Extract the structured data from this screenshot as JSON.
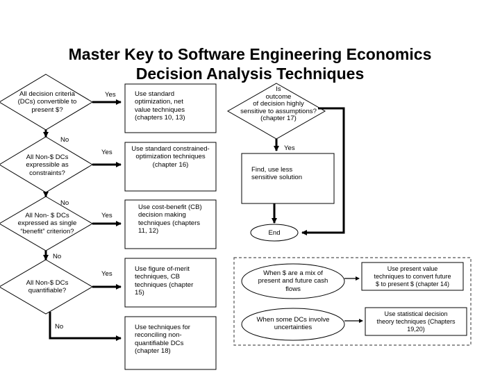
{
  "title": {
    "line1": "Master Key to Software Engineering Economics",
    "line2": "Decision Analysis Techniques"
  },
  "colors": {
    "stroke": "#000000",
    "fill": "#ffffff",
    "dashed_border": "#555555"
  },
  "decisions": [
    {
      "lines": [
        "All decision criteria",
        "(DCs) convertible to",
        "present $?"
      ]
    },
    {
      "lines": [
        "All Non-$ DCs",
        "expressible as",
        "constraints?"
      ]
    },
    {
      "lines": [
        "All Non- $ DCs",
        "expressed as single",
        "“benefit” criterion?"
      ]
    },
    {
      "lines": [
        "All Non-$ DCs",
        "quantifiable?"
      ]
    },
    {
      "lines": [
        "Is",
        "outcome",
        "of decision highly",
        "sensitive to assumptions?",
        "(chapter 17)"
      ]
    }
  ],
  "outcomes": [
    {
      "lines": [
        "Use standard",
        "optimization, net",
        "value techniques",
        "(chapters 10, 13)"
      ]
    },
    {
      "lines": [
        "Use standard constrained-",
        "optimization techniques",
        "(chapter 16)"
      ]
    },
    {
      "lines": [
        "Use cost-benefit (CB)",
        "decision making",
        "techniques (chapters",
        "11, 12)"
      ]
    },
    {
      "lines": [
        "Use figure of-merit",
        "techniques, CB",
        "techniques  (chapter",
        "15)"
      ]
    },
    {
      "lines": [
        "Use techniques for",
        "reconciling non-",
        "quantifiable DCs",
        "(chapter 18)"
      ]
    },
    {
      "lines": [
        "Find, use less",
        "sensitive solution"
      ]
    }
  ],
  "end_label": "End",
  "edge_labels": {
    "yes": "Yes",
    "no": "No"
  },
  "side_panel": {
    "conditions": [
      {
        "lines": [
          "When $ are a mix of",
          "present and future cash",
          "flows"
        ]
      },
      {
        "lines": [
          "When some DCs involve",
          "uncertainties"
        ]
      }
    ],
    "techniques": [
      {
        "lines": [
          "Use present value",
          "techniques to convert future",
          "$ to present $ (chapter 14)"
        ]
      },
      {
        "lines": [
          "Use statistical decision",
          "theory techniques (Chapters",
          "19,20)"
        ]
      }
    ]
  }
}
